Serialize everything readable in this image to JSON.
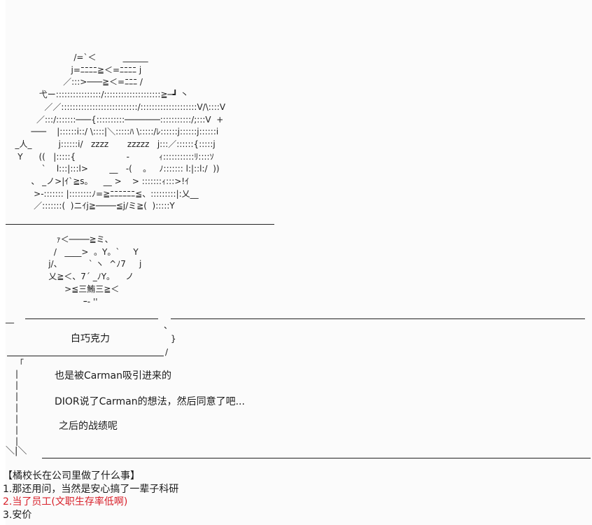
{
  "ascii_art": {
    "figure_lines": [
      "                         /=`＜          ______",
      "                        j=ﾆﾆﾆﾆ≧＜=ﾆﾆﾆﾆ j",
      "                     ／:::>───≧＜=ﾆﾆﾆ /",
      "            弋ー::::::::::::::::/::::::::::::::::::::≧─┛ 丶",
      "              ／／:::::::::::::::::::::::::::/::::::::::::::::::::V/\\::::V",
      "           ／:::/:::::::───{::::::::::───────:::::::::::/;:::V  +",
      "         ───    |::::::i::/ \\::::|＼:::::ﾊ \\:::::/ﾚ::::::j::::::j::::::i",
      "   _人_          j::::::i/   zzzz       zzzzz   j:::／::::::{:::::j",
      "    Y      ((   |:::::{                   -           ｨ:::::::::::ﾘ::::ｿ",
      "             `    l:::|:::l>        __   -(    。   ﾉ::::::: l:|::l:/  ))",
      "         、 _ノ>|ｲ`≧s。    __ >    > :::::::ｨ:::>!ｲ",
      "          >-::::::: |::::::::ﾉ=≧ﾆﾆﾆﾆﾆﾆ≦、:::::::::|:乂__",
      "          ／:::::::(  )ニｲj≧────≦j/ミ≧(  ):::::Y"
    ],
    "mouth_lines": [
      "                  ｧ＜────≧ミ、",
      "                 /   ____>  。Y。`     Y",
      "               j/、          ` ヽ  ^ﾉ7     j",
      "               乂≧＜、7´ _ﾉY。    ノ",
      "                     >≦三鮪三≧＜",
      "                            ｰ- ''"
    ],
    "bubble_name": "白巧克力",
    "bubble_close": "}",
    "bubble_curl": "、",
    "bubble_end": "/",
    "bubble_dash": "__",
    "left_bracket": "「",
    "left_bars": [
      "|",
      "|",
      "|",
      "|",
      "|",
      "|",
      "|"
    ],
    "bottom_marks": "＼|＼"
  },
  "dialogue": [
    "也是被Carman吸引进来的",
    "DIOR说了Carman的想法，然后同意了吧...",
    "之后的战绩呢"
  ],
  "question": {
    "title": "【橘校长在公司里做了什么事】",
    "options": [
      {
        "text": "1.那还用问，当然是安心搞了一辈子科研",
        "color": "#1a1a1a"
      },
      {
        "text": "2.当了员工(文职生存率低啊)",
        "color": "#d8202a"
      },
      {
        "text": "3.安价",
        "color": "#1a1a1a"
      }
    ]
  }
}
